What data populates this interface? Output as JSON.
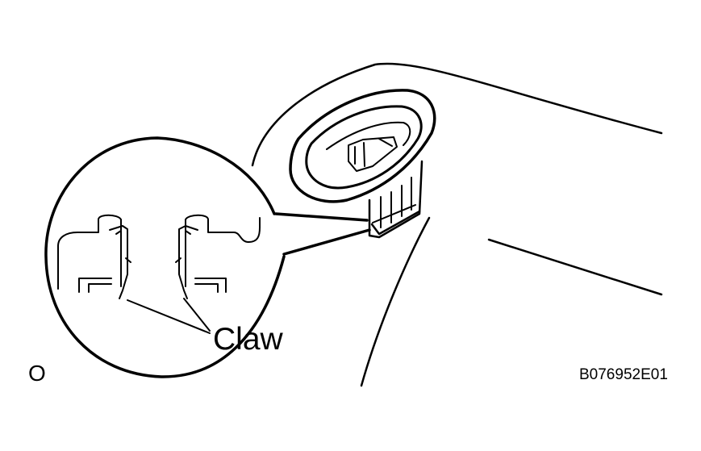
{
  "diagram": {
    "callout_label": "Claw",
    "corner_mark": "O",
    "figure_code": "B076952E01"
  }
}
